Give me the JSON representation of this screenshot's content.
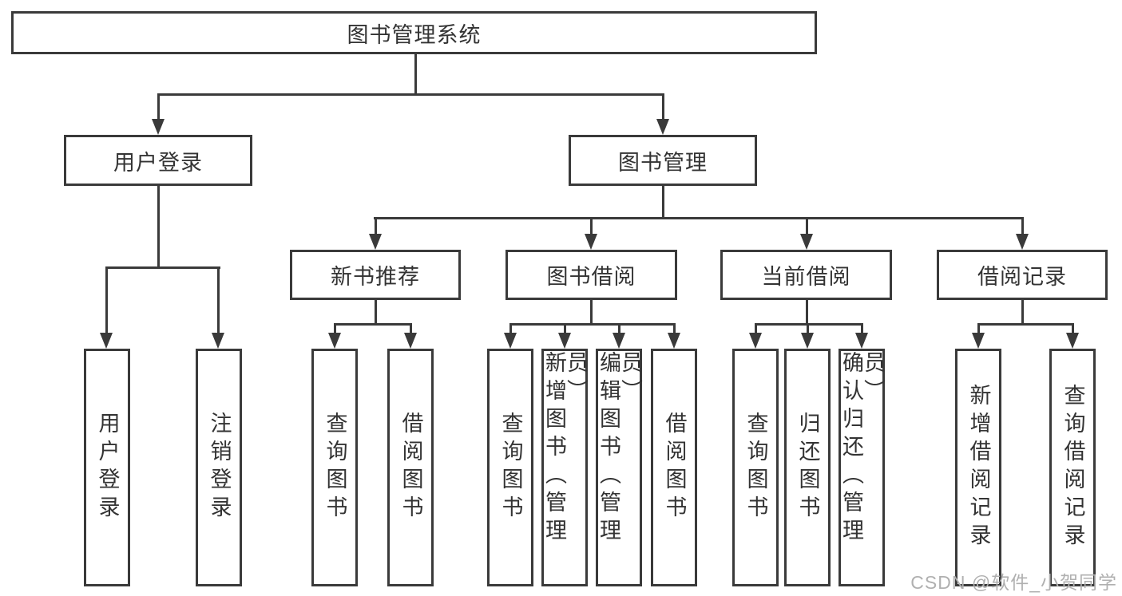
{
  "diagram": {
    "title_node": {
      "label": "图书管理系统"
    },
    "level2": [
      {
        "label": "用户登录"
      },
      {
        "label": "图书管理"
      }
    ],
    "level3": [
      {
        "label": "新书推荐",
        "parent": "图书管理"
      },
      {
        "label": "图书借阅",
        "parent": "图书管理"
      },
      {
        "label": "当前借阅",
        "parent": "图书管理"
      },
      {
        "label": "借阅记录",
        "parent": "图书管理"
      }
    ],
    "leaves": [
      {
        "label": "用户登录",
        "parent": "用户登录"
      },
      {
        "label": "注销登录",
        "parent": "用户登录"
      },
      {
        "label": "查询图书",
        "parent": "新书推荐"
      },
      {
        "label": "借阅图书",
        "parent": "新书推荐"
      },
      {
        "label": "查询图书",
        "parent": "图书借阅"
      },
      {
        "label": "新增图书（管理员）",
        "parent": "图书借阅"
      },
      {
        "label": "编辑图书（管理员）",
        "parent": "图书借阅"
      },
      {
        "label": "借阅图书",
        "parent": "图书借阅"
      },
      {
        "label": "查询图书",
        "parent": "当前借阅"
      },
      {
        "label": "归还图书",
        "parent": "当前借阅"
      },
      {
        "label": "确认归还（管理员）",
        "parent": "当前借阅"
      },
      {
        "label": "新增借阅记录",
        "parent": "借阅记录"
      },
      {
        "label": "查询借阅记录",
        "parent": "借阅记录"
      }
    ],
    "colors": {
      "line": "#3a3a3a",
      "text": "#333333",
      "watermark": "#b0b0b0"
    }
  },
  "watermark": {
    "text": "CSDN @软件_小贺同学"
  }
}
